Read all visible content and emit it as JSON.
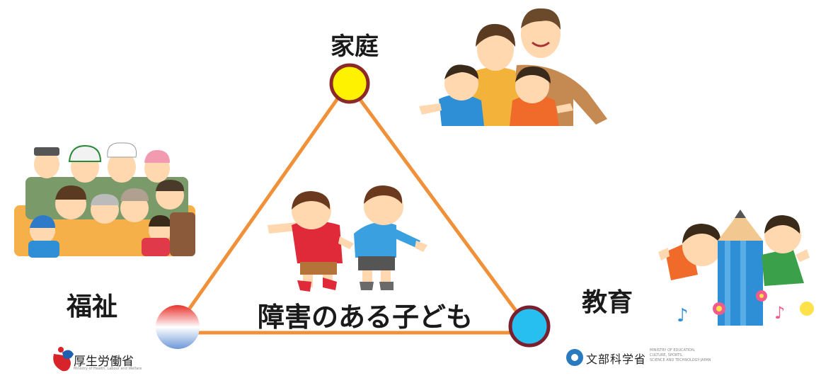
{
  "diagram": {
    "top_node_label": "家庭",
    "left_node_label": "福祉",
    "right_node_label": "教育",
    "center_label": "障害のある子ども"
  },
  "logos": {
    "mhlw_name": "厚生労働省",
    "mhlw_subtitle": "Ministry of Health, Labour and Welfare",
    "mext_name": "文部科学省",
    "mext_subtitle_1": "MINISTRY OF EDUCATION,",
    "mext_subtitle_2": "CULTURE, SPORTS,",
    "mext_subtitle_3": "SCIENCE AND TECHNOLOGY-JAPAN"
  },
  "colors": {
    "edge": "#f0913a",
    "family_node": "#fff200",
    "family_ring": "#8c2a2a",
    "education_node": "#27bff0",
    "education_ring": "#7a1f2e",
    "welfare_top": "#e8322c",
    "welfare_bottom": "#6d98d8"
  }
}
